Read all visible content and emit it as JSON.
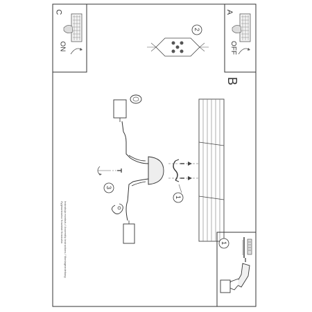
{
  "panel_a": {
    "letter": "A",
    "state": "OFF"
  },
  "panel_c": {
    "letter": "C",
    "state": "ON"
  },
  "section_b": {
    "letter": "B"
  },
  "steps": {
    "step1": "1",
    "step2": "2",
    "step3": "3",
    "drill_step": "1"
  },
  "caption": {
    "line1": "Instrukcja montażu / Assembly instructions / Montageanleitung",
    "line2": "Zygmuntowicz Kowalski Krasiczka"
  },
  "colors": {
    "line": "#333333",
    "light": "#777777"
  }
}
